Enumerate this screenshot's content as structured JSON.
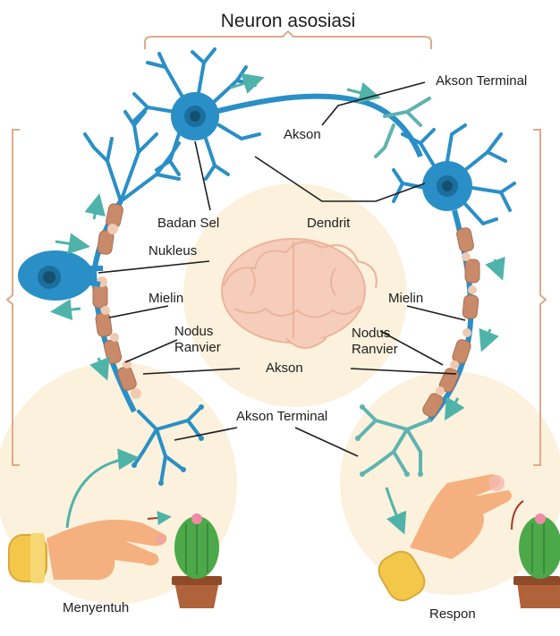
{
  "title": "Neuron asosiasi",
  "labels": {
    "akson_terminal_top": "Akson Terminal",
    "akson_top": "Akson",
    "badan_sel": "Badan Sel",
    "dendrit": "Dendrit",
    "nukleus": "Nukleus",
    "mielin_left": "Mielin",
    "mielin_right": "Mielin",
    "nodus_left_1": "Nodus",
    "nodus_left_2": "Ranvier",
    "nodus_right_1": "Nodus",
    "nodus_right_2": "Ranvier",
    "akson_mid": "Akson",
    "akson_terminal_bottom": "Akson Terminal",
    "menyentuh": "Menyentuh",
    "respon": "Respon"
  },
  "colors": {
    "neuron": "#2a8fc6",
    "neuron_dark": "#1a6f9f",
    "nucleus": "#15506f",
    "terminal": "#5fb3b0",
    "myelin": "#c98a6a",
    "node": "#f0c9b2",
    "bracket": "#e0a98a",
    "arrow": "#4fb3a9",
    "brain": "#f6cdbb",
    "glow": "#fbf1dc",
    "skin": "#f4b07e",
    "cuff": "#f2c74a",
    "cactus": "#4ca94a",
    "pot": "#b0623a"
  },
  "icons": [
    "brain-icon",
    "neuron-icon",
    "hand-icon",
    "cactus-icon",
    "flow-arrow-icon"
  ]
}
